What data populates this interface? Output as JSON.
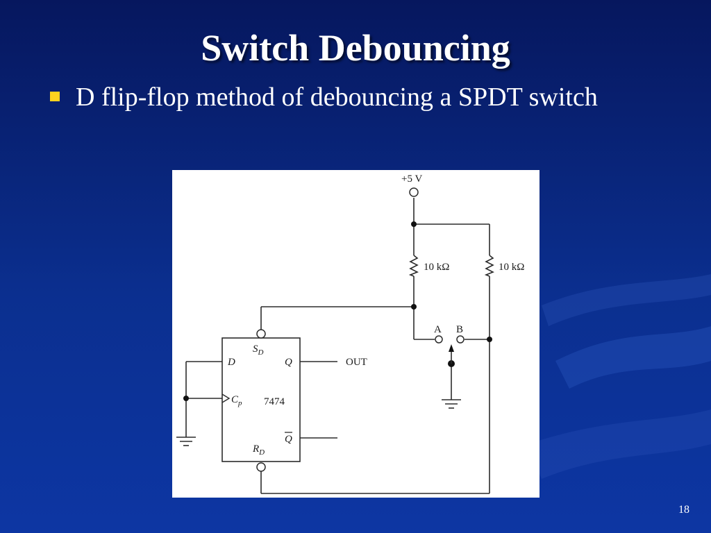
{
  "slide": {
    "title": "Switch Debouncing",
    "bullet": "D flip-flop method of debouncing a SPDT switch",
    "page_number": "18",
    "colors": {
      "background": "#0b2a86",
      "bullet": "#ffd21f",
      "text": "#ffffff"
    }
  },
  "diagram": {
    "supply": "+5 V",
    "resistor_left": "10 kΩ",
    "resistor_right": "10 kΩ",
    "switch_pos_a": "A",
    "switch_pos_b": "B",
    "output": "OUT",
    "chip": "7474",
    "pin_d": "D",
    "pin_q": "Q",
    "pin_qbar": "Q",
    "pin_sd_main": "S",
    "pin_sd_sub": "D",
    "pin_rd_main": "R",
    "pin_rd_sub": "D",
    "pin_cp_main": "C",
    "pin_cp_sub": "p"
  }
}
